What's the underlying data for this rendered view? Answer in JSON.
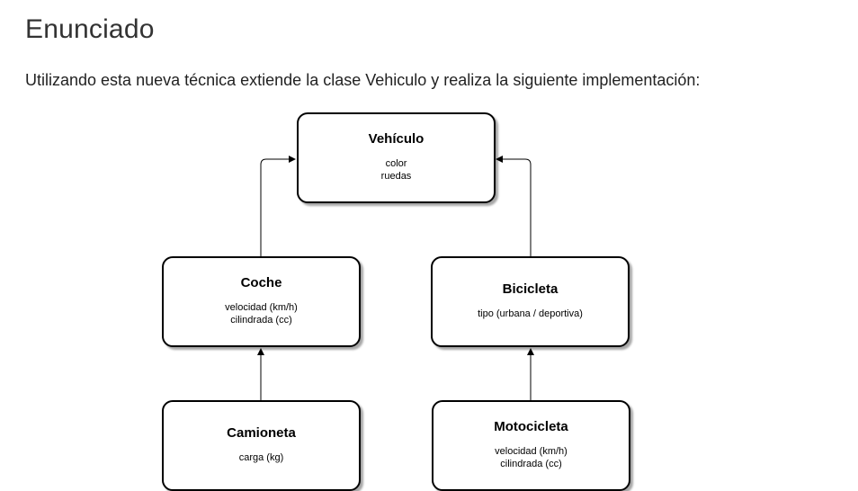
{
  "heading": "Enunciado",
  "intro": "Utilizando esta nueva técnica extiende la clase Vehiculo y realiza la siguiente implementación:",
  "diagram": {
    "nodes": {
      "vehiculo": {
        "title": "Vehículo",
        "attrs": [
          "color",
          "ruedas"
        ]
      },
      "coche": {
        "title": "Coche",
        "attrs": [
          "velocidad (km/h)",
          "cilindrada (cc)"
        ]
      },
      "bicicleta": {
        "title": "Bicicleta",
        "attrs": [
          "tipo (urbana / deportiva)"
        ]
      },
      "camioneta": {
        "title": "Camioneta",
        "attrs": [
          "carga (kg)"
        ]
      },
      "motocicleta": {
        "title": "Motocicleta",
        "attrs": [
          "velocidad (km/h)",
          "cilindrada (cc)"
        ]
      }
    },
    "edges": [
      {
        "from": "coche",
        "to": "vehiculo"
      },
      {
        "from": "bicicleta",
        "to": "vehiculo"
      },
      {
        "from": "camioneta",
        "to": "coche"
      },
      {
        "from": "motocicleta",
        "to": "bicicleta"
      }
    ]
  }
}
